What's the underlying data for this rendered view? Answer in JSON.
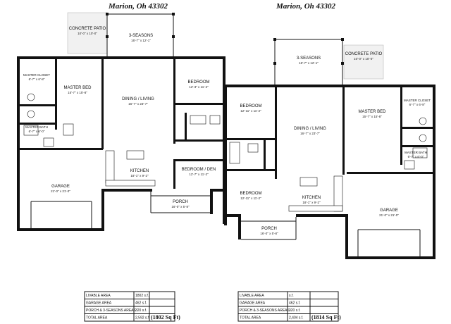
{
  "header": {
    "left_title": "Marion, Oh 43302",
    "right_title": "Marion, Oh 43302"
  },
  "left_unit": {
    "concrete_patio": {
      "label": "CONCRETE PATIO",
      "dim": "10'-0\" x 10'-0\""
    },
    "three_seasons": {
      "label": "3-SEASONS",
      "dim": "16'-7\" x 12'-1\""
    },
    "master_closet": {
      "label": "MASTER CLOSET",
      "dim": "6'-7\" x 6'-8\""
    },
    "master_bed": {
      "label": "MASTER BED",
      "dim": "15'-7\" x 15'-8\""
    },
    "bedroom": {
      "label": "BEDROOM",
      "dim": "12'-3\" x 11'-2\""
    },
    "dining_living": {
      "label": "DINING / LIVING",
      "dim": "16'-7\" x 23'-7\""
    },
    "master_bath": {
      "label": "MASTER BATH",
      "dim": "6'-7\" x 6'-0\""
    },
    "garage": {
      "label": "GARAGE",
      "dim": "21'-0\" x 21'-0\""
    },
    "kitchen": {
      "label": "KITCHEN",
      "dim": "18'-1\" x 9'-2\""
    },
    "bedroom_den": {
      "label": "BEDROOM / DEN",
      "dim": "12'-7\" x 11'-2\""
    },
    "porch": {
      "label": "PORCH",
      "dim": "16'-0\" x 5'-8\""
    }
  },
  "right_unit": {
    "three_seasons": {
      "label": "3-SEASONS",
      "dim": "16'-7\" x 12'-1\""
    },
    "concrete_patio": {
      "label": "CONCRETE PATIO",
      "dim": "10'-0\" x 10'-0\""
    },
    "bedroom_top": {
      "label": "BEDROOM",
      "dim": "12'-11\" x 11'-2\""
    },
    "master_bed": {
      "label": "MASTER BED",
      "dim": "15'-7\" x 15'-8\""
    },
    "master_closet": {
      "label": "MASTER CLOSET",
      "dim": "6'-7\" x 6'-8\""
    },
    "dining_living": {
      "label": "DINING / LIVING",
      "dim": "16'-7\" x 23'-7\""
    },
    "master_bath": {
      "label": "MASTER BATH",
      "dim": "6'-7\" x 6'-0\""
    },
    "bedroom_bottom": {
      "label": "BEDROOM",
      "dim": "12'-11\" x 11'-2\""
    },
    "kitchen": {
      "label": "KITCHEN",
      "dim": "18'-1\" x 9'-2\""
    },
    "garage": {
      "label": "GARAGE",
      "dim": "21'-0\" x 21'-0\""
    },
    "porch": {
      "label": "PORCH",
      "dim": "16'-0\" x 5'-8\""
    }
  },
  "table_left": {
    "rows": [
      {
        "label": "LIVABLE AREA",
        "value": "1802 s.f."
      },
      {
        "label": "GARAGE AREA",
        "value": "462 s.f."
      },
      {
        "label": "PORCH & 3-SEASONS AREAS",
        "value": "320 s.f."
      },
      {
        "label": "TOTAL AREA",
        "value": "2,592 s.f."
      }
    ],
    "highlight": "(1802 Sq Ft)"
  },
  "table_right": {
    "rows": [
      {
        "label": "LIVABLE AREA",
        "value": "s.f."
      },
      {
        "label": "GARAGE AREA",
        "value": "462 s.f."
      },
      {
        "label": "PORCH & 3-SEASONS AREAS",
        "value": "320 s.f."
      },
      {
        "label": "TOTAL AREA",
        "value": "2,404 s.f."
      }
    ],
    "highlight": "(1814 Sq Ft)"
  }
}
